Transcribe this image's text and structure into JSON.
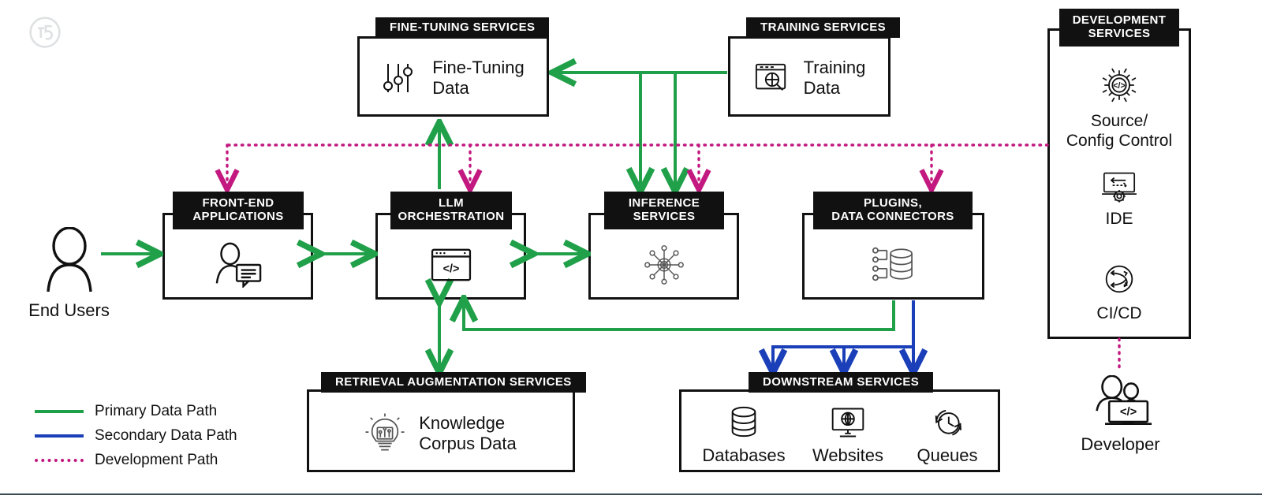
{
  "brand": {
    "logo_name": "f5-logo"
  },
  "colors": {
    "primary_path": "#21a04a",
    "secondary_path": "#1a3fb8",
    "development_path": "#c2187f",
    "box_border": "#111111",
    "badge_bg": "#111111",
    "badge_text": "#ffffff"
  },
  "actors": {
    "end_users": {
      "label": "End Users",
      "icon": "person-icon"
    },
    "developer": {
      "label": "Developer",
      "icon": "developer-laptop-icon"
    }
  },
  "boxes": {
    "fine_tuning": {
      "title": "FINE-TUNING SERVICES",
      "content": "Fine-Tuning\nData",
      "icon": "sliders-icon"
    },
    "training": {
      "title": "TRAINING SERVICES",
      "content": "Training\nData",
      "icon": "browser-search-icon"
    },
    "front_end": {
      "title": "FRONT-END\nAPPLICATIONS",
      "icon": "person-chat-icon"
    },
    "llm_orchestration": {
      "title": "LLM\nORCHESTRATION",
      "icon": "browser-code-icon"
    },
    "inference": {
      "title": "INFERENCE\nSERVICES",
      "icon": "neural-hub-icon"
    },
    "plugins": {
      "title": "PLUGINS,\nDATA CONNECTORS",
      "icon": "database-connector-icon"
    },
    "retrieval": {
      "title": "RETRIEVAL AUGMENTATION SERVICES",
      "content": "Knowledge\nCorpus Data",
      "icon": "lightbulb-chart-icon"
    },
    "downstream": {
      "title": "DOWNSTREAM SERVICES"
    },
    "development": {
      "title": "DEVELOPMENT\nSERVICES"
    }
  },
  "downstream_items": [
    {
      "label": "Databases",
      "icon": "database-icon"
    },
    {
      "label": "Websites",
      "icon": "monitor-globe-icon"
    },
    {
      "label": "Queues",
      "icon": "clock-refresh-icon"
    }
  ],
  "development_items": [
    {
      "label": "Source/\nConfig Control",
      "icon": "gear-code-icon"
    },
    {
      "label": "IDE",
      "icon": "ide-monitor-icon"
    },
    {
      "label": "CI/CD",
      "icon": "cicd-cycle-icon"
    }
  ],
  "legend": [
    {
      "label": "Primary Data Path",
      "style": "solid",
      "color": "#21a04a"
    },
    {
      "label": "Secondary Data Path",
      "style": "solid",
      "color": "#1a3fb8"
    },
    {
      "label": "Development Path",
      "style": "dotted",
      "color": "#c2187f"
    }
  ]
}
